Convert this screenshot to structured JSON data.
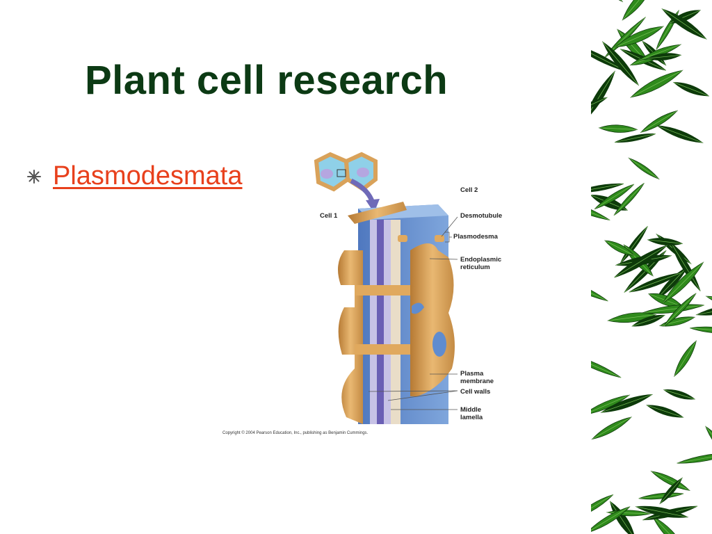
{
  "slide": {
    "title": "Plant cell research",
    "bullets": [
      {
        "text": "Plasmodesmata",
        "is_link": true
      }
    ]
  },
  "diagram": {
    "labels": {
      "cell1": "Cell 1",
      "cell2": "Cell 2",
      "desmotubule": "Desmotubule",
      "plasmodesma": "Plasmodesma",
      "er_line1": "Endoplasmic",
      "er_line2": "reticulum",
      "pm_line1": "Plasma",
      "pm_line2": "membrane",
      "cell_walls": "Cell walls",
      "ml_line1": "Middle",
      "ml_line2": "lamella"
    },
    "copyright": "Copyright © 2004 Pearson Education, Inc., publishing as Benjamin Cummings."
  },
  "colors": {
    "title": "#0c3a14",
    "link": "#e8401c",
    "leaf": "#2f8a1c",
    "leaf_dark": "#0d3b0a",
    "wall_blue": "#5f8ccf",
    "membrane_tan": "#d9a25a"
  },
  "icons": {
    "bullet": "starburst-bullet-icon",
    "decor": "bamboo-leaves-decoration"
  }
}
